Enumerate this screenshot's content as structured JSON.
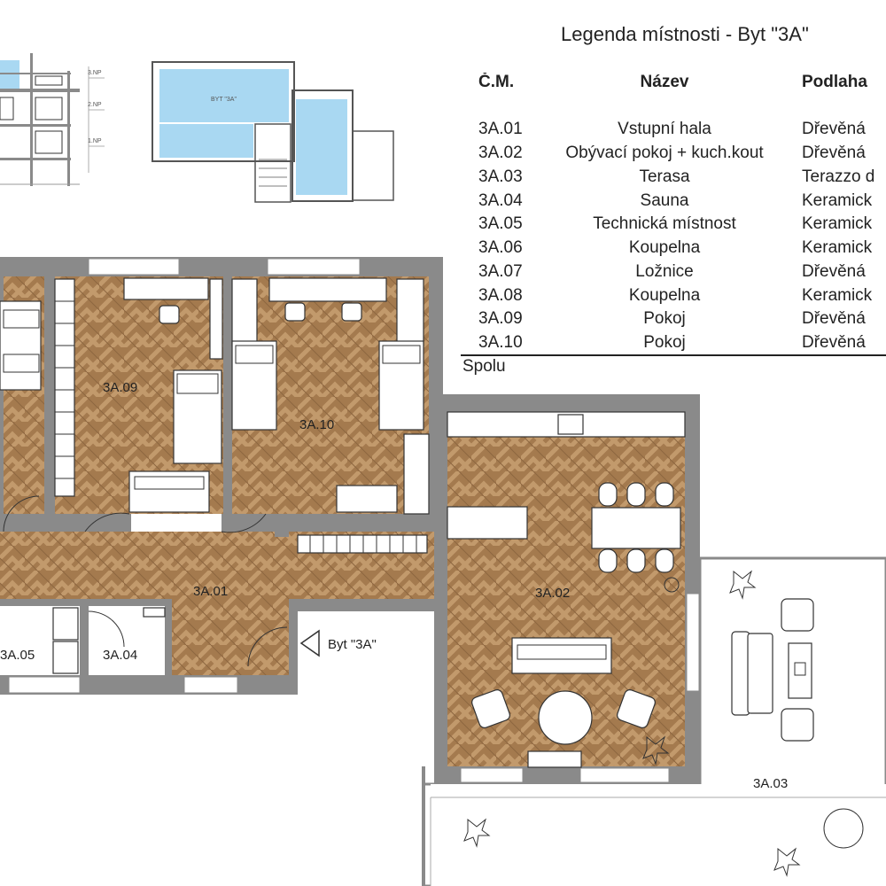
{
  "legend": {
    "title": "Legenda místnosti - Byt \"3A\"",
    "headers": {
      "id": "Č.M.",
      "name": "Název",
      "floor": "Podlaha"
    },
    "rows": [
      {
        "id": "3A.01",
        "name": "Vstupní hala",
        "floor": "Dřevěná"
      },
      {
        "id": "3A.02",
        "name": "Obývací pokoj + kuch.kout",
        "floor": "Dřevěná"
      },
      {
        "id": "3A.03",
        "name": "Terasa",
        "floor": "Terazzo d"
      },
      {
        "id": "3A.04",
        "name": "Sauna",
        "floor": "Keramick"
      },
      {
        "id": "3A.05",
        "name": "Technická místnost",
        "floor": "Keramick"
      },
      {
        "id": "3A.06",
        "name": "Koupelna",
        "floor": "Keramick"
      },
      {
        "id": "3A.07",
        "name": "Ložnice",
        "floor": "Dřevěná"
      },
      {
        "id": "3A.08",
        "name": "Koupelna",
        "floor": "Keramick"
      },
      {
        "id": "3A.09",
        "name": "Pokoj",
        "floor": "Dřevěná"
      },
      {
        "id": "3A.10",
        "name": "Pokoj",
        "floor": "Dřevěná"
      }
    ],
    "total_label": "Spolu"
  },
  "plan": {
    "rooms": {
      "r3A01": "3A.01",
      "r3A02": "3A.02",
      "r3A03": "3A.03",
      "r3A04": "3A.04",
      "r3A05": "3A.05",
      "r3A09": "3A.09",
      "r3A10": "3A.10"
    },
    "entry_label": "Byt \"3A\"",
    "key_plan_label": "BYT \"3A\"",
    "section_floors": [
      "3.NP",
      "2.NP",
      "1.NP"
    ]
  },
  "colors": {
    "wall": "#8a8a8a",
    "wood_floor": "#a47a4e",
    "wood_floor_light": "#b98e60",
    "key_plan_highlight": "#a9d8f2"
  }
}
